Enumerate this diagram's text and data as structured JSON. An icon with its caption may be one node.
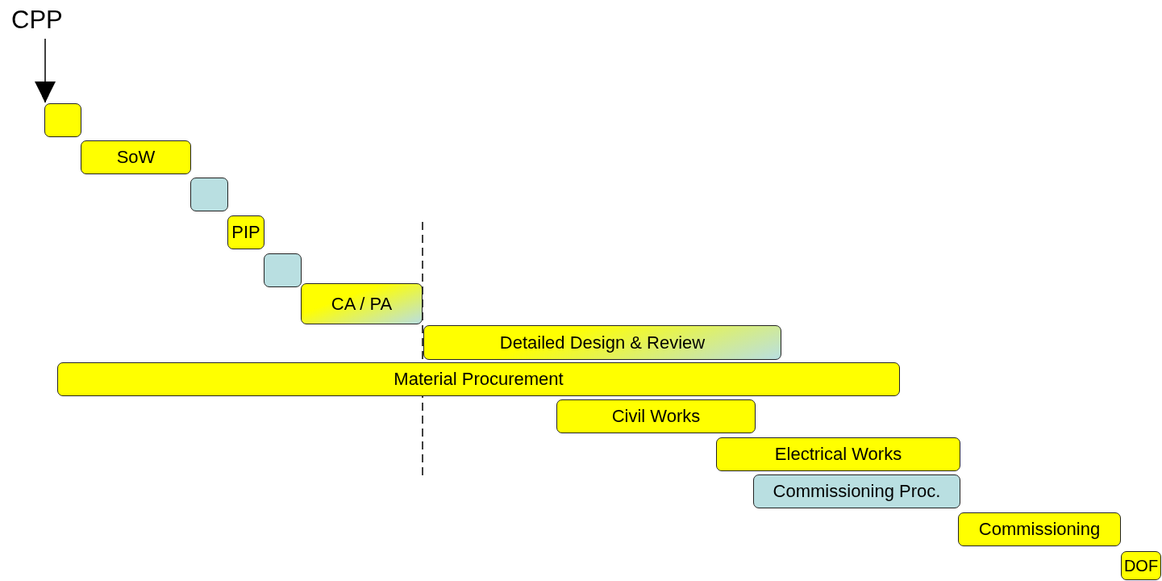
{
  "diagram": {
    "nodes": [
      {
        "text": [
          "CPP"
        ]
      },
      {
        "text": [],
        "shape": "box"
      },
      {
        "text": [
          "SoW"
        ]
      },
      {
        "text": [],
        "shape": "box"
      },
      {
        "text": [
          "PIP"
        ]
      },
      {
        "text": [],
        "shape": "box"
      },
      {
        "text": [
          "CA / PA"
        ]
      },
      {
        "text": [
          "Detailed Design & Review"
        ]
      },
      {
        "text": [
          "Material Procurement"
        ]
      },
      {
        "text": [
          "Civil Works"
        ]
      },
      {
        "text": [
          "Electrical Works"
        ]
      },
      {
        "text": [
          "Commissioning Proc."
        ]
      },
      {
        "text": [
          "Commissioning"
        ]
      },
      {
        "text": [
          "DOF"
        ]
      }
    ],
    "edges": [
      {
        "from": 0,
        "to": 1,
        "arrow": "to"
      }
    ]
  }
}
